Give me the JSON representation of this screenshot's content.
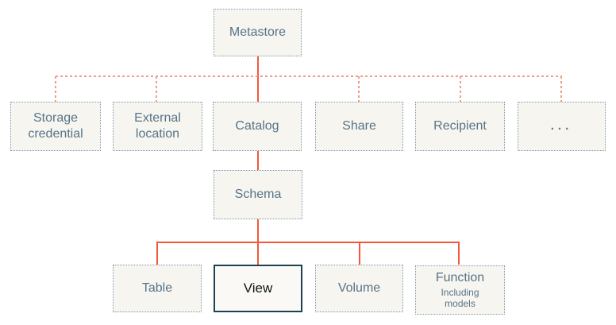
{
  "colors": {
    "box_fill": "#f7f5f0",
    "box_border": "#7e99ab",
    "box_text": "#567488",
    "solid_line": "#f4573b",
    "dashed_line": "#f19c86",
    "highlight_border": "#1c4154",
    "highlight_fill": "#faf9f5",
    "highlight_text": "#101417"
  },
  "nodes": {
    "metastore": {
      "label": "Metastore"
    },
    "storage_credential": {
      "label": "Storage credential"
    },
    "external_location": {
      "label": "External location"
    },
    "catalog": {
      "label": "Catalog"
    },
    "share": {
      "label": "Share"
    },
    "recipient": {
      "label": "Recipient"
    },
    "more": {
      "label": "..."
    },
    "schema": {
      "label": "Schema"
    },
    "table": {
      "label": "Table"
    },
    "view": {
      "label": "View",
      "highlighted": true
    },
    "volume": {
      "label": "Volume"
    },
    "function": {
      "label": "Function",
      "sublabel": "Including models"
    }
  },
  "edges": [
    {
      "from": "metastore",
      "to": "storage_credential",
      "style": "dashed"
    },
    {
      "from": "metastore",
      "to": "external_location",
      "style": "dashed"
    },
    {
      "from": "metastore",
      "to": "catalog",
      "style": "solid"
    },
    {
      "from": "metastore",
      "to": "share",
      "style": "dashed"
    },
    {
      "from": "metastore",
      "to": "recipient",
      "style": "dashed"
    },
    {
      "from": "metastore",
      "to": "more",
      "style": "dashed"
    },
    {
      "from": "catalog",
      "to": "schema",
      "style": "solid"
    },
    {
      "from": "schema",
      "to": "table",
      "style": "solid"
    },
    {
      "from": "schema",
      "to": "view",
      "style": "solid"
    },
    {
      "from": "schema",
      "to": "volume",
      "style": "solid"
    },
    {
      "from": "schema",
      "to": "function",
      "style": "solid"
    }
  ]
}
